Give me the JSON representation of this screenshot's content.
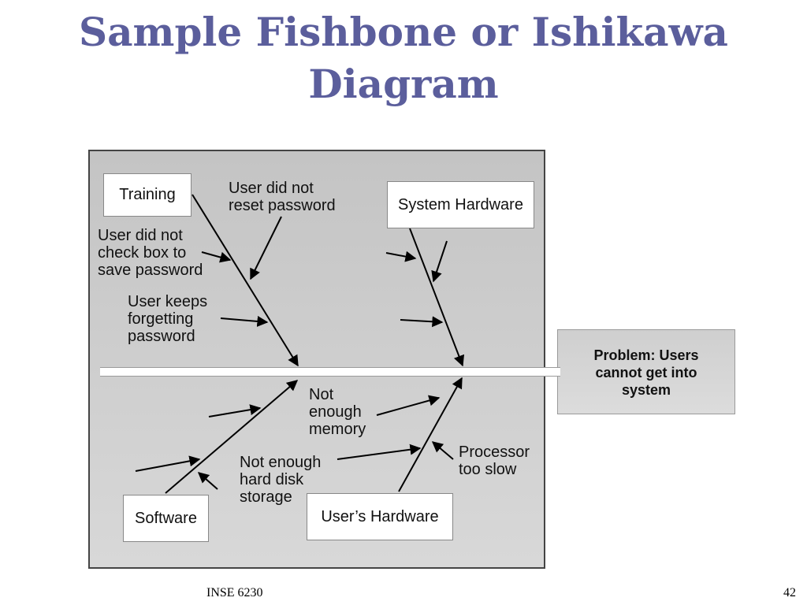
{
  "slide": {
    "title_line1": "Sample Fishbone or Ishikawa",
    "title_line2": "Diagram",
    "footer_course": "INSE 6230",
    "page_number": "42"
  },
  "diagram": {
    "problem_line1": "Problem: Users",
    "problem_line2": "cannot get into",
    "problem_line3": "system",
    "categories": {
      "training": "Training",
      "system_hardware": "System Hardware",
      "software": "Software",
      "users_hardware": "User’s Hardware"
    },
    "causes": {
      "reset_password": [
        "User did not",
        "reset password"
      ],
      "check_box": [
        "User did not",
        "check box to",
        "save password"
      ],
      "forgetting": [
        "User keeps",
        "forgetting",
        "password"
      ],
      "memory": [
        "Not",
        "enough",
        "memory"
      ],
      "disk": [
        "Not enough",
        "hard disk",
        "storage"
      ],
      "processor": [
        "Processor",
        "too slow"
      ]
    }
  },
  "colors": {
    "title": "#5b5e9c",
    "frame_background": "#cdcdcd",
    "line": "#000000"
  }
}
